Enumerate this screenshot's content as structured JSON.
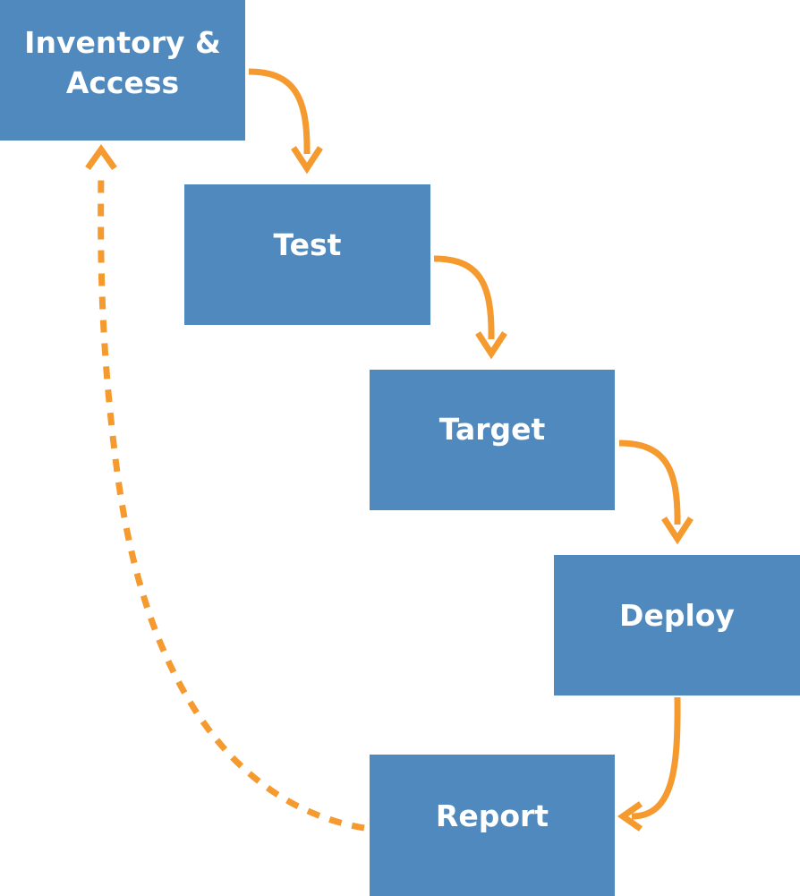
{
  "diagram": {
    "steps": [
      {
        "id": "inventory",
        "label": "Inventory &\nAccess"
      },
      {
        "id": "test",
        "label": "Test"
      },
      {
        "id": "target",
        "label": "Target"
      },
      {
        "id": "deploy",
        "label": "Deploy"
      },
      {
        "id": "report",
        "label": "Report"
      }
    ],
    "colors": {
      "box_fill": "#4f89bd",
      "box_text": "#ffffff",
      "arrow": "#f59a2f"
    }
  }
}
